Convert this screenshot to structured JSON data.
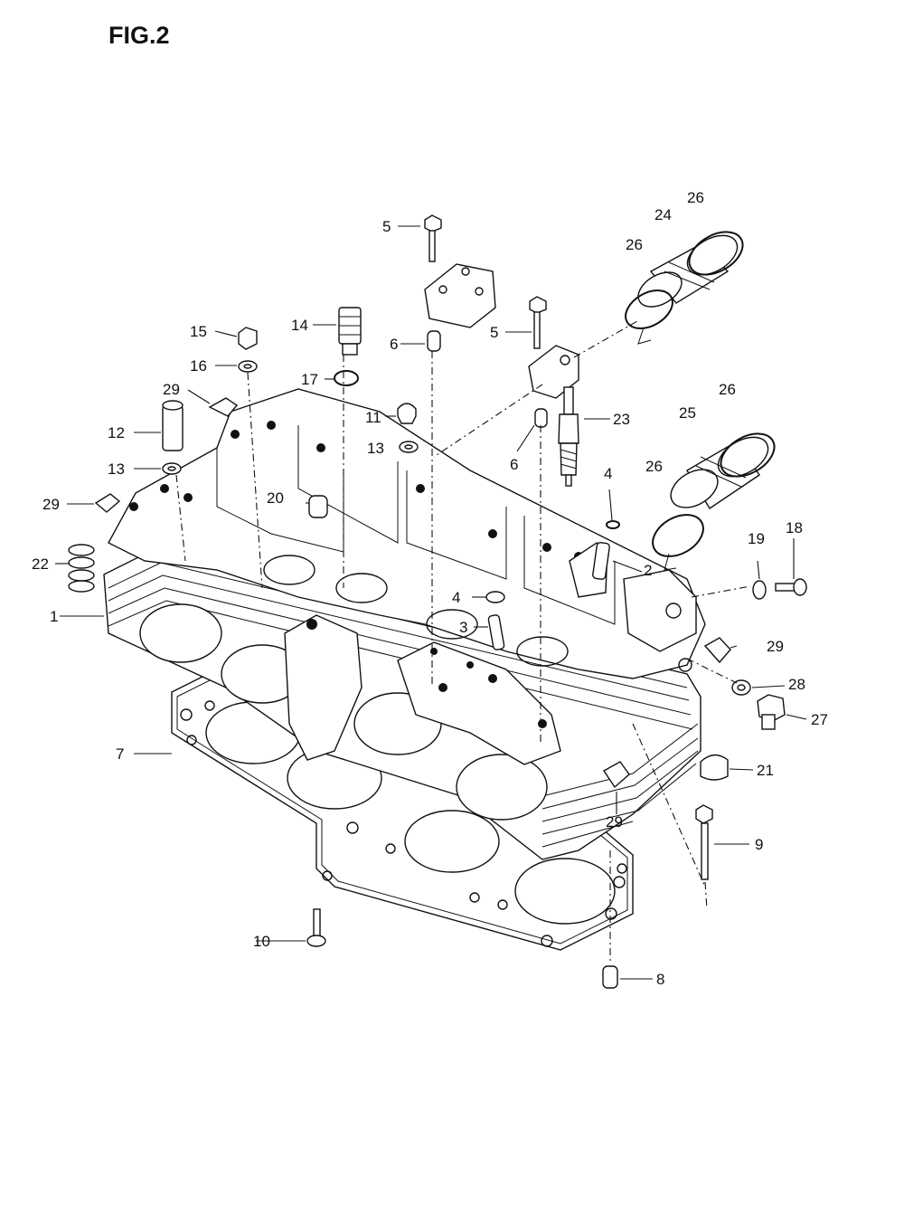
{
  "figure": {
    "title": "FIG.2"
  },
  "callouts": [
    {
      "id": "c1",
      "text": "1"
    },
    {
      "id": "c2",
      "text": "2"
    },
    {
      "id": "c3",
      "text": "3"
    },
    {
      "id": "c4a",
      "text": "4"
    },
    {
      "id": "c4b",
      "text": "4"
    },
    {
      "id": "c5a",
      "text": "5"
    },
    {
      "id": "c5b",
      "text": "5"
    },
    {
      "id": "c6a",
      "text": "6"
    },
    {
      "id": "c6b",
      "text": "6"
    },
    {
      "id": "c7",
      "text": "7"
    },
    {
      "id": "c8",
      "text": "8"
    },
    {
      "id": "c9",
      "text": "9"
    },
    {
      "id": "c10",
      "text": "10"
    },
    {
      "id": "c11",
      "text": "11"
    },
    {
      "id": "c12",
      "text": "12"
    },
    {
      "id": "c13a",
      "text": "13"
    },
    {
      "id": "c13b",
      "text": "13"
    },
    {
      "id": "c14",
      "text": "14"
    },
    {
      "id": "c15",
      "text": "15"
    },
    {
      "id": "c16",
      "text": "16"
    },
    {
      "id": "c17",
      "text": "17"
    },
    {
      "id": "c18",
      "text": "18"
    },
    {
      "id": "c19",
      "text": "19"
    },
    {
      "id": "c20",
      "text": "20"
    },
    {
      "id": "c21",
      "text": "21"
    },
    {
      "id": "c22",
      "text": "22"
    },
    {
      "id": "c23",
      "text": "23"
    },
    {
      "id": "c24",
      "text": "24"
    },
    {
      "id": "c25",
      "text": "25"
    },
    {
      "id": "c26a",
      "text": "26"
    },
    {
      "id": "c26b",
      "text": "26"
    },
    {
      "id": "c26c",
      "text": "26"
    },
    {
      "id": "c26d",
      "text": "26"
    },
    {
      "id": "c27",
      "text": "27"
    },
    {
      "id": "c28",
      "text": "28"
    },
    {
      "id": "c29a",
      "text": "29"
    },
    {
      "id": "c29b",
      "text": "29"
    },
    {
      "id": "c29c",
      "text": "29"
    },
    {
      "id": "c29d",
      "text": "29"
    }
  ]
}
